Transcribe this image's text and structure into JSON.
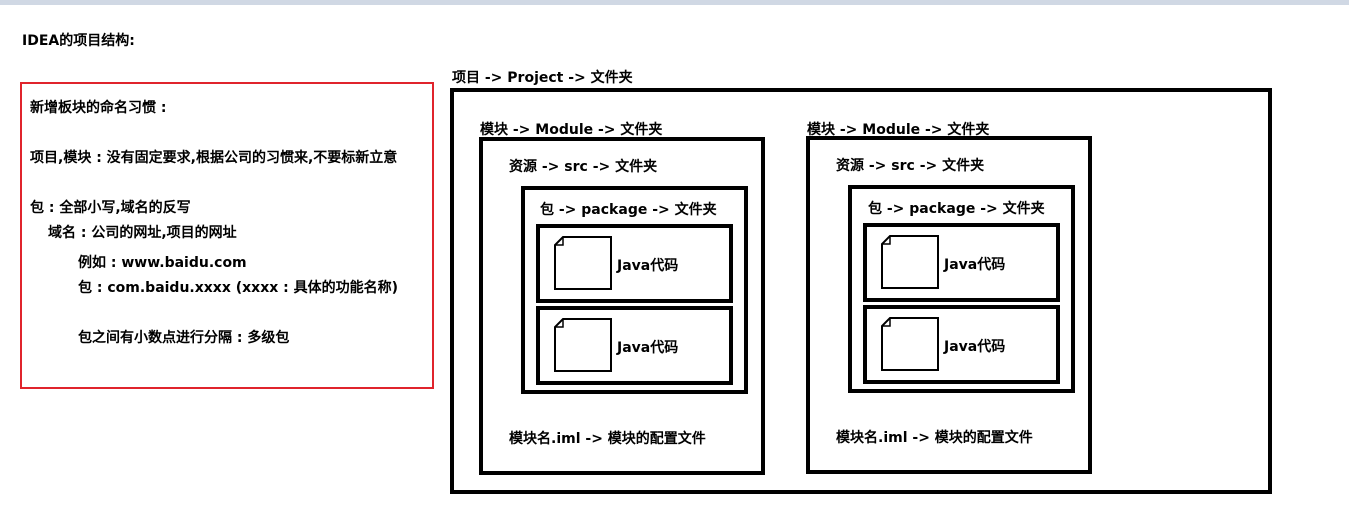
{
  "page_title": "IDEA的项目结构:",
  "rules": {
    "heading": "新增板块的命名习惯 :",
    "project_module": "项目,模块 : 没有固定要求,根据公司的习惯来,不要标新立意",
    "package": "包 : 全部小写,域名的反写",
    "domain": "域名 : 公司的网址,项目的网址",
    "example_label": "例如 : www.baidu.com",
    "package_example": "包 : com.baidu.xxxx  (xxxx : 具体的功能名称)",
    "separator_note": "包之间有小数点进行分隔 : 多级包"
  },
  "diagram": {
    "project_label": "项目 -> Project -> 文件夹",
    "modules": [
      {
        "module_label": "模块 -> Module -> 文件夹",
        "src_label": "资源 -> src -> 文件夹",
        "package_label": "包 -> package -> 文件夹",
        "files": [
          {
            "icon": "file-icon",
            "label": "Java代码"
          },
          {
            "icon": "file-icon",
            "label": "Java代码"
          }
        ],
        "iml_label": "模块名.iml -> 模块的配置文件"
      },
      {
        "module_label": "模块 -> Module -> 文件夹",
        "src_label": "资源 -> src -> 文件夹",
        "package_label": "包 -> package -> 文件夹",
        "files": [
          {
            "icon": "file-icon",
            "label": "Java代码"
          },
          {
            "icon": "file-icon",
            "label": "Java代码"
          }
        ],
        "iml_label": "模块名.iml -> 模块的配置文件"
      }
    ]
  },
  "colors": {
    "rules_border": "#e0242c",
    "diagram_stroke": "#000000",
    "top_strip": "#d0d8e4"
  }
}
